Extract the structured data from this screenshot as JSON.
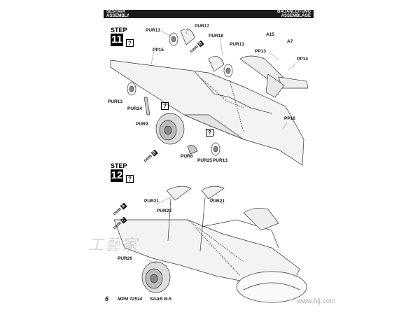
{
  "header": {
    "left_line1": "SESTAVA",
    "left_line2": "ASSEMBLY",
    "right_line1": "BAUANLEITUNG",
    "right_line2": "ASSEMBLAGE"
  },
  "step11": {
    "label": "STEP",
    "number": "11",
    "question": "?"
  },
  "step12": {
    "label": "STEP",
    "number": "12",
    "question": "?"
  },
  "parts_step11": {
    "pur13a": "PUR13",
    "pur17": "PUR17",
    "pur18": "PUR18",
    "pur13b": "PUR13",
    "pp15": "PP15",
    "a15": "A15",
    "a7": "A7",
    "pp13": "PP13",
    "pp14": "PP14",
    "pur13c": "PUR13",
    "pur24": "PUR24",
    "pur9": "PUR9",
    "pp16": "PP16",
    "pur8": "PUR8",
    "pur25": "PUR25",
    "pur13d": "PUR13"
  },
  "parts_step12": {
    "pur21a": "PUR21",
    "pur21b": "PUR21",
    "pur23": "PUR23",
    "pur20": "PUR20"
  },
  "cem_labels": {
    "b1": "B",
    "b2": "B",
    "a": "A",
    "c": "C",
    "word": "cem"
  },
  "footer": {
    "page": "6",
    "code": "MPM 72514",
    "model": "SAAB B-5"
  },
  "watermark": {
    "site": "www.hlj.com"
  }
}
